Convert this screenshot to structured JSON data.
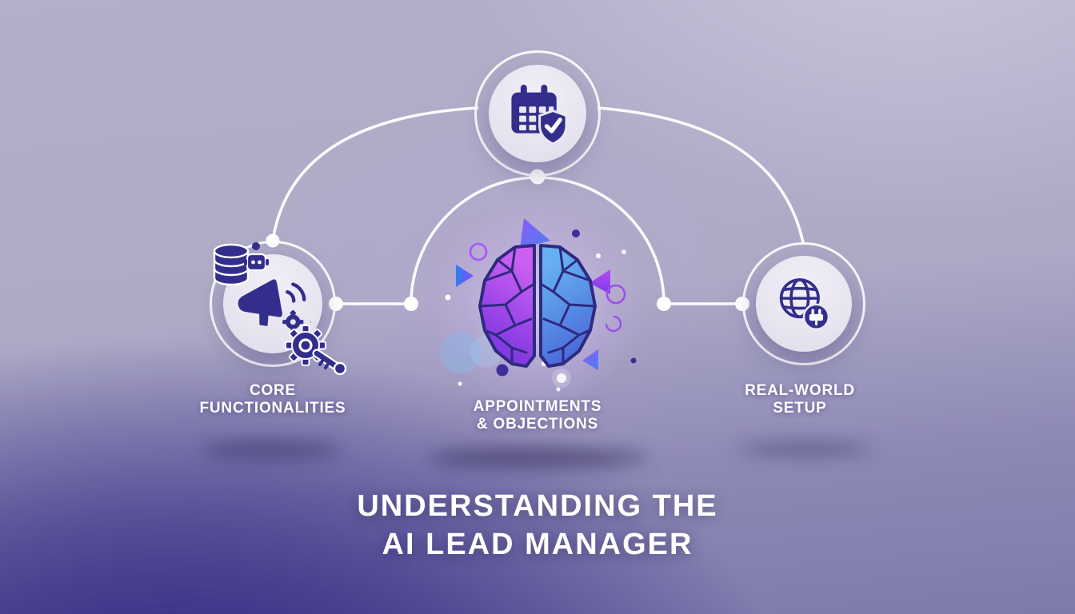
{
  "title": {
    "line1": "UNDERSTANDING THE",
    "line2": "AI LEAD MANAGER"
  },
  "nodes": {
    "top": {
      "icon": "calendar-shield-icon"
    },
    "left": {
      "icon": "megaphone-gear-icon",
      "label1": "CORE",
      "label2": "FUNCTIONALITIES"
    },
    "center": {
      "icon": "split-brain-illustration",
      "label1": "APPOINTMENTS",
      "label2": "& OBJECTIONS"
    },
    "right": {
      "icon": "globe-plug-icon",
      "label1": "REAL-WORLD",
      "label2": "SETUP"
    }
  },
  "decorations": [
    "database-stack-icon",
    "robot-icon",
    "gear-key-icon",
    "triangle-shapes",
    "circle-outlines",
    "sparkle-dots"
  ],
  "colors": {
    "icon_indigo": "#332e8c",
    "connector_white": "#ffffff",
    "node_fill": "#e9e7f1",
    "brain_left_top": "#c95ef0",
    "brain_left_bottom": "#6d2fd8",
    "brain_right_top": "#66aef0",
    "brain_right_bottom": "#4956d2",
    "brain_outline": "#2e2a80",
    "background_top": "#b2afca",
    "background_bottom_left": "#251b7c",
    "background_bottom_right": "#7d79ab",
    "text_white": "#ffffff"
  }
}
